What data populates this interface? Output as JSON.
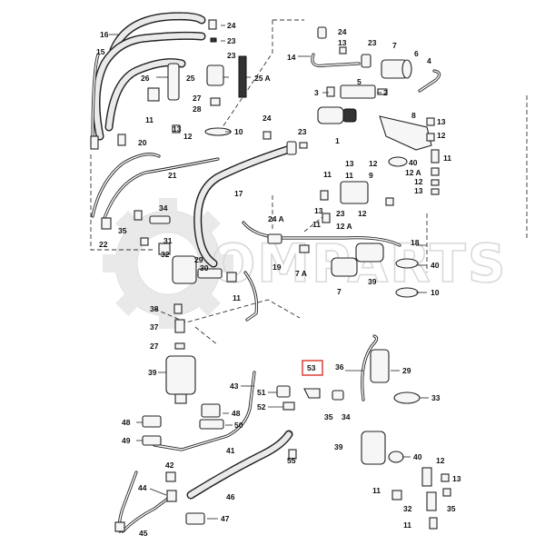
{
  "watermark": {
    "text": "OMPARTS"
  },
  "highlight": {
    "label": "53",
    "color": "#d9342b"
  },
  "labels": {
    "l16": "16",
    "l15": "15",
    "l24a": "24",
    "l23a": "23",
    "l23b": "23",
    "l26": "26",
    "l25": "25",
    "l25A": "25 A",
    "l27a": "27",
    "l28a": "28",
    "l11a": "11",
    "l13a": "13",
    "l12a": "12",
    "l10a": "10",
    "l14": "14",
    "l24b": "24",
    "l13b": "13",
    "l23c": "23",
    "l7a": "7",
    "l6": "6",
    "l4": "4",
    "l3": "3",
    "l5": "5",
    "l2": "2",
    "l8": "8",
    "l13c": "13",
    "l12b": "12",
    "l1": "1",
    "l24c": "24",
    "l23d": "23",
    "l20": "20",
    "l21": "21",
    "l17": "17",
    "l11b": "11",
    "l13d": "13",
    "l9": "9",
    "l11c": "11",
    "l12c": "12",
    "l40a": "40",
    "l11d": "11",
    "l12Aa": "12 A",
    "l12d": "12",
    "l13e": "13",
    "l34": "34",
    "l22": "22",
    "l35a": "35",
    "l31": "31",
    "l32": "32",
    "l24A": "24 A",
    "l13f": "13",
    "l23e": "23",
    "l12e": "12",
    "l11e": "11",
    "l12Ab": "12 A",
    "l18": "18",
    "l29a": "29",
    "l30": "30",
    "l19": "19",
    "l7A": "7 A",
    "l40b": "40",
    "l39a": "39",
    "l7b": "7",
    "l10b": "10",
    "l11f": "11",
    "l38": "38",
    "l37": "37",
    "l27b": "27",
    "l39b": "39",
    "l53": "53",
    "l36": "36",
    "l29b": "29",
    "l43": "43",
    "l51": "51",
    "l52": "52",
    "l35b": "35",
    "l34b": "34",
    "l33": "33",
    "l48a": "48",
    "l49": "49",
    "l48b": "48",
    "l50": "50",
    "l39c": "39",
    "l40c": "40",
    "l41": "41",
    "l55": "55",
    "l42": "42",
    "l12f": "12",
    "l13g": "13",
    "l11g": "11",
    "l44": "44",
    "l46": "46",
    "l45": "45",
    "l47": "47",
    "l32b": "32",
    "l11h": "11",
    "l35c": "35"
  }
}
